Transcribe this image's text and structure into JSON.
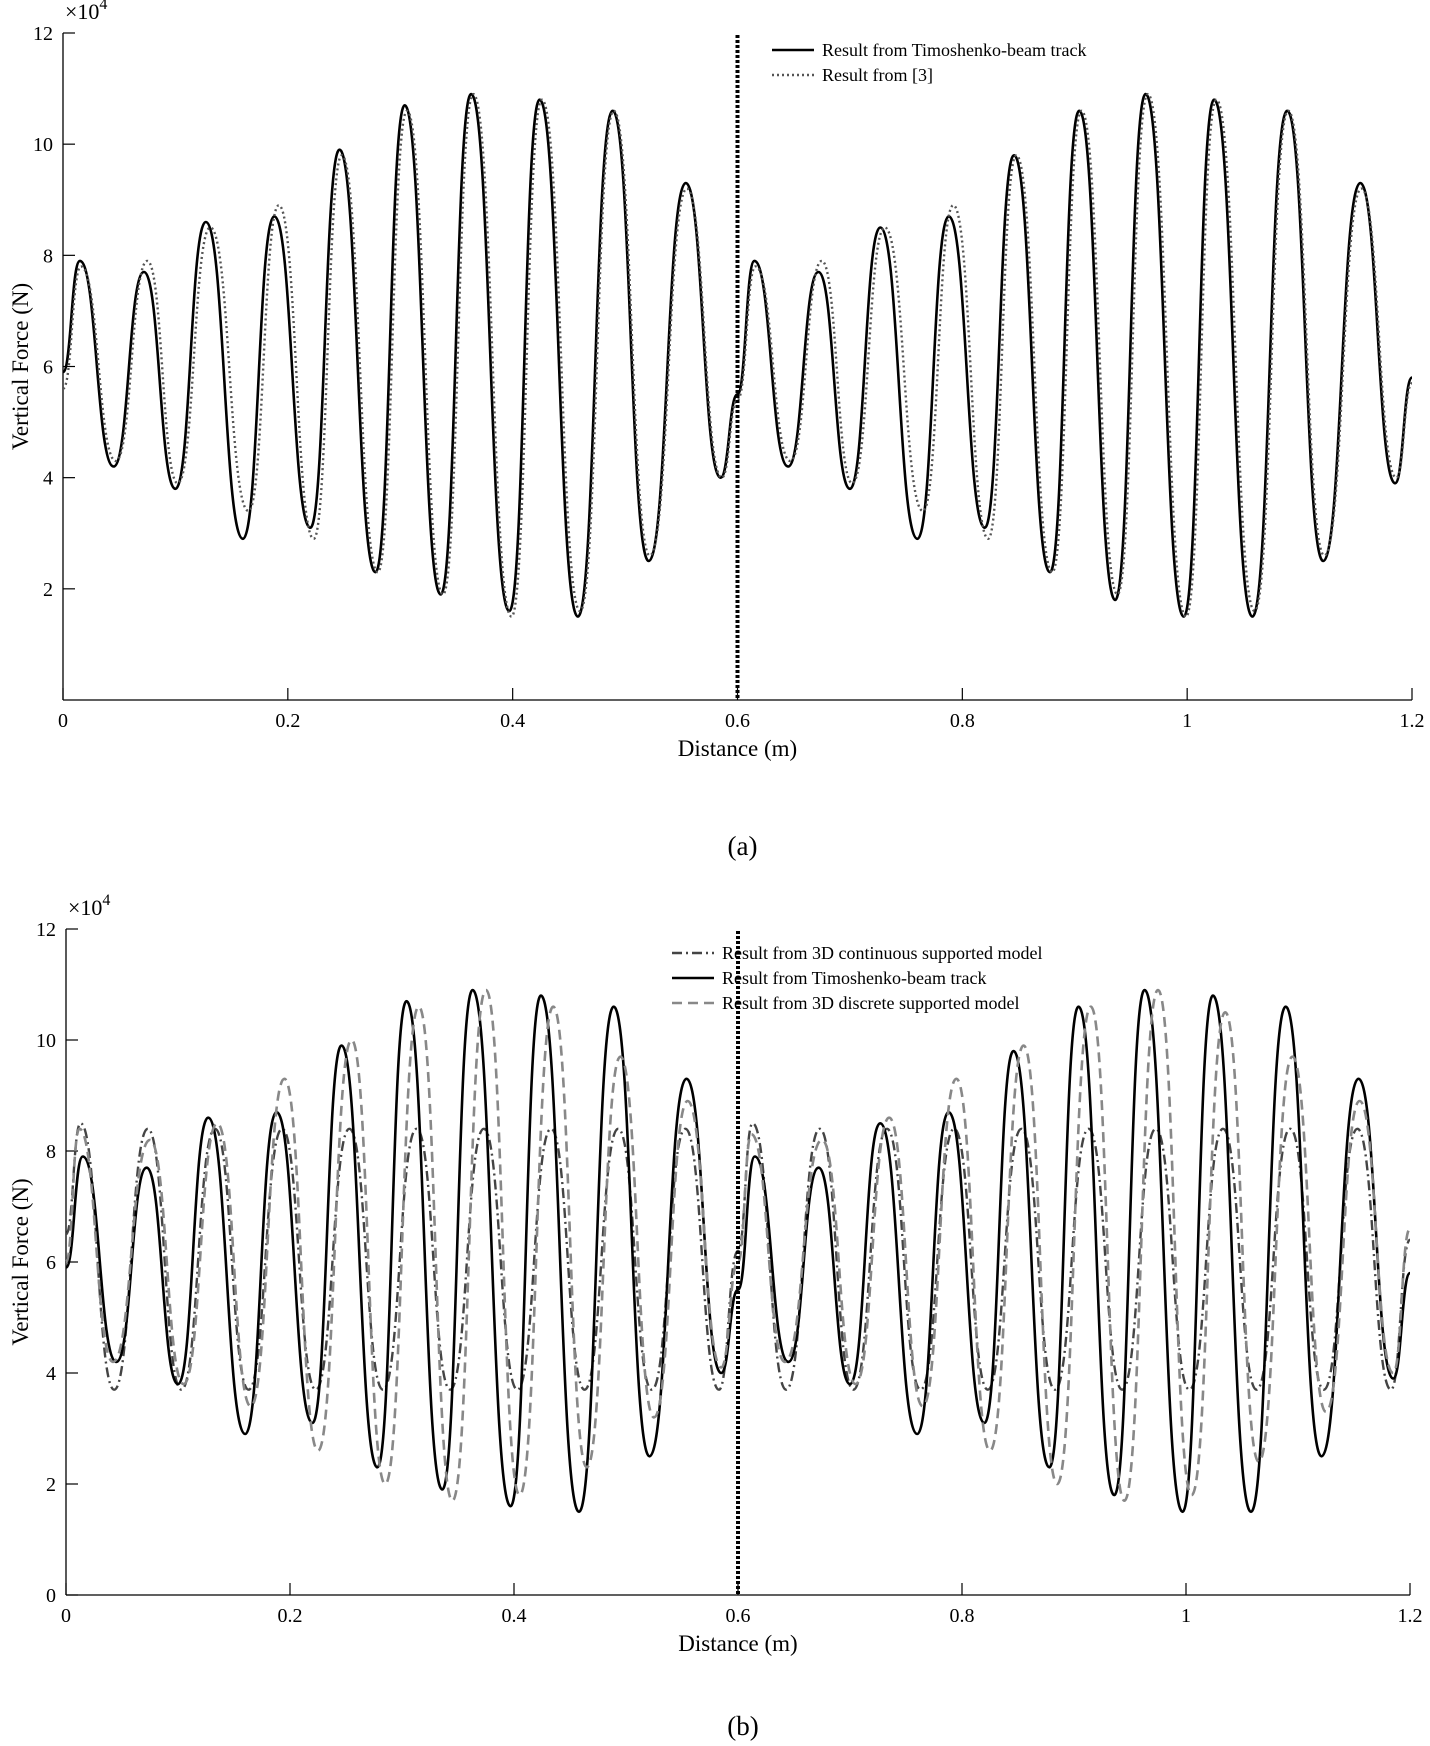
{
  "chart_data": [
    {
      "type": "line",
      "caption": "(a)",
      "xlabel": "Distance (m)",
      "ylabel": "Vertical Force (N)",
      "y_multiplier": "×10",
      "y_multiplier_exp": "4",
      "xlim": [
        0,
        1.2
      ],
      "ylim": [
        0,
        12
      ],
      "xticks": [
        0,
        0.2,
        0.4,
        0.6,
        0.8,
        1,
        1.2
      ],
      "xtick_labels": [
        "0",
        "0.2",
        "0.4",
        "0.6",
        "0.8",
        "1",
        "1.2"
      ],
      "yticks": [
        2,
        4,
        6,
        8,
        10,
        12
      ],
      "ytick_labels": [
        "2",
        "4",
        "6",
        "8",
        "10",
        "12"
      ],
      "grid": false,
      "legend_position": "top-right",
      "vline_x": 0.6,
      "series": [
        {
          "name": "Result from Timoshenko-beam track",
          "style": "solid",
          "color": "#000000",
          "x": [
            0,
            0.015,
            0.045,
            0.072,
            0.1,
            0.127,
            0.16,
            0.188,
            0.22,
            0.246,
            0.278,
            0.304,
            0.336,
            0.363,
            0.397,
            0.424,
            0.458,
            0.489,
            0.521,
            0.554,
            0.585,
            0.6,
            0.615,
            0.645,
            0.672,
            0.7,
            0.727,
            0.76,
            0.788,
            0.82,
            0.846,
            0.878,
            0.904,
            0.936,
            0.963,
            0.997,
            1.024,
            1.058,
            1.089,
            1.121,
            1.154,
            1.185,
            1.2
          ],
          "y": [
            5.9,
            7.9,
            4.2,
            7.7,
            3.8,
            8.6,
            2.9,
            8.7,
            3.1,
            9.9,
            2.3,
            10.7,
            1.9,
            10.9,
            1.6,
            10.8,
            1.5,
            10.6,
            2.5,
            9.3,
            4.0,
            5.5,
            7.9,
            4.2,
            7.7,
            3.8,
            8.5,
            2.9,
            8.7,
            3.1,
            9.8,
            2.3,
            10.6,
            1.8,
            10.9,
            1.5,
            10.8,
            1.5,
            10.6,
            2.5,
            9.3,
            3.9,
            5.8
          ]
        },
        {
          "name": "Result from [3]",
          "style": "dotted",
          "color": "#555555",
          "x": [
            0,
            0.016,
            0.047,
            0.075,
            0.102,
            0.131,
            0.165,
            0.192,
            0.223,
            0.248,
            0.28,
            0.306,
            0.338,
            0.365,
            0.399,
            0.426,
            0.46,
            0.49,
            0.522,
            0.555,
            0.586,
            0.6,
            0.616,
            0.647,
            0.675,
            0.702,
            0.731,
            0.765,
            0.792,
            0.823,
            0.848,
            0.88,
            0.906,
            0.938,
            0.965,
            0.999,
            1.026,
            1.06,
            1.09,
            1.122,
            1.155,
            1.186,
            1.2
          ],
          "y": [
            5.6,
            7.8,
            4.3,
            7.9,
            3.9,
            8.5,
            3.4,
            8.9,
            2.9,
            9.8,
            2.3,
            10.6,
            1.9,
            10.9,
            1.5,
            10.8,
            1.6,
            10.6,
            2.6,
            9.2,
            4.0,
            5.4,
            7.8,
            4.3,
            7.9,
            3.9,
            8.5,
            3.4,
            8.9,
            2.9,
            9.8,
            2.3,
            10.6,
            1.9,
            10.9,
            1.5,
            10.8,
            1.6,
            10.6,
            2.6,
            9.2,
            4.0,
            5.7
          ]
        }
      ]
    },
    {
      "type": "line",
      "caption": "(b)",
      "xlabel": "Distance (m)",
      "ylabel": "Vertical Force (N)",
      "y_multiplier": "×10",
      "y_multiplier_exp": "4",
      "xlim": [
        0,
        1.2
      ],
      "ylim": [
        0,
        12
      ],
      "xticks": [
        0,
        0.2,
        0.4,
        0.6,
        0.8,
        1,
        1.2
      ],
      "xtick_labels": [
        "0",
        "0.2",
        "0.4",
        "0.6",
        "0.8",
        "1",
        "1.2"
      ],
      "yticks": [
        0,
        2,
        4,
        6,
        8,
        10,
        12
      ],
      "ytick_labels": [
        "0",
        "2",
        "4",
        "6",
        "8",
        "10",
        "12"
      ],
      "grid": false,
      "legend_position": "top-right",
      "vline_x": 0.6,
      "series": [
        {
          "name": "Result from 3D continuous supported model",
          "style": "dashdot",
          "color": "#444444",
          "x": [
            0,
            0.013,
            0.043,
            0.073,
            0.103,
            0.133,
            0.163,
            0.193,
            0.223,
            0.253,
            0.283,
            0.313,
            0.343,
            0.373,
            0.403,
            0.433,
            0.463,
            0.493,
            0.523,
            0.553,
            0.583,
            0.6,
            0.613,
            0.643,
            0.673,
            0.703,
            0.733,
            0.763,
            0.793,
            0.823,
            0.853,
            0.883,
            0.913,
            0.943,
            0.973,
            1.003,
            1.033,
            1.063,
            1.093,
            1.123,
            1.153,
            1.183,
            1.2
          ],
          "y": [
            6.5,
            8.5,
            3.7,
            8.4,
            3.7,
            8.4,
            3.7,
            8.4,
            3.7,
            8.4,
            3.7,
            8.4,
            3.7,
            8.4,
            3.7,
            8.4,
            3.7,
            8.4,
            3.7,
            8.4,
            3.7,
            6.2,
            8.5,
            3.7,
            8.4,
            3.7,
            8.4,
            3.7,
            8.4,
            3.7,
            8.4,
            3.7,
            8.4,
            3.7,
            8.4,
            3.7,
            8.4,
            3.7,
            8.4,
            3.7,
            8.4,
            3.7,
            6.4
          ]
        },
        {
          "name": "Result from Timoshenko-beam track",
          "style": "solid",
          "color": "#000000",
          "x": [
            0,
            0.015,
            0.045,
            0.072,
            0.1,
            0.127,
            0.16,
            0.188,
            0.22,
            0.246,
            0.278,
            0.304,
            0.336,
            0.363,
            0.397,
            0.424,
            0.458,
            0.489,
            0.521,
            0.554,
            0.585,
            0.6,
            0.615,
            0.645,
            0.672,
            0.7,
            0.727,
            0.76,
            0.788,
            0.82,
            0.846,
            0.878,
            0.904,
            0.936,
            0.963,
            0.997,
            1.024,
            1.058,
            1.089,
            1.121,
            1.154,
            1.185,
            1.2
          ],
          "y": [
            5.9,
            7.9,
            4.2,
            7.7,
            3.8,
            8.6,
            2.9,
            8.7,
            3.1,
            9.9,
            2.3,
            10.7,
            1.9,
            10.9,
            1.6,
            10.8,
            1.5,
            10.6,
            2.5,
            9.3,
            4.0,
            5.5,
            7.9,
            4.2,
            7.7,
            3.8,
            8.5,
            2.9,
            8.7,
            3.1,
            9.8,
            2.3,
            10.6,
            1.8,
            10.9,
            1.5,
            10.8,
            1.5,
            10.6,
            2.5,
            9.3,
            3.9,
            5.8
          ]
        },
        {
          "name": "Result from 3D discrete supported model",
          "style": "dashed",
          "color": "#888888",
          "x": [
            0,
            0.012,
            0.042,
            0.075,
            0.105,
            0.135,
            0.165,
            0.195,
            0.225,
            0.255,
            0.285,
            0.315,
            0.345,
            0.375,
            0.405,
            0.435,
            0.465,
            0.495,
            0.525,
            0.555,
            0.585,
            0.6,
            0.612,
            0.642,
            0.675,
            0.705,
            0.735,
            0.765,
            0.795,
            0.825,
            0.855,
            0.885,
            0.915,
            0.945,
            0.975,
            1.005,
            1.035,
            1.065,
            1.095,
            1.125,
            1.155,
            1.185,
            1.2
          ],
          "y": [
            6.0,
            8.4,
            4.2,
            8.2,
            3.8,
            8.5,
            3.4,
            9.3,
            2.6,
            10.0,
            2.0,
            10.6,
            1.7,
            10.9,
            1.8,
            10.6,
            2.3,
            9.7,
            3.2,
            8.9,
            4.1,
            6.0,
            8.3,
            4.2,
            8.2,
            3.8,
            8.6,
            3.4,
            9.3,
            2.6,
            9.9,
            2.0,
            10.6,
            1.7,
            10.9,
            1.8,
            10.5,
            2.4,
            9.7,
            3.3,
            8.9,
            4.0,
            6.6
          ]
        }
      ]
    }
  ]
}
